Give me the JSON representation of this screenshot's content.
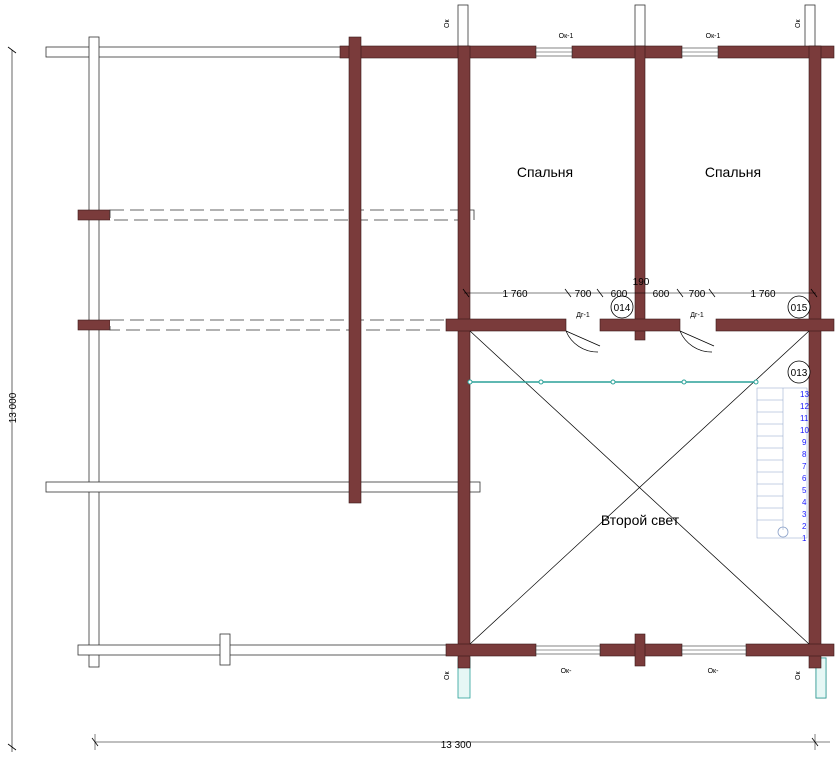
{
  "rooms": {
    "bedroom_left": "Спальня",
    "bedroom_right": "Спальня",
    "second_light": "Второй свет"
  },
  "dimensions": {
    "total_width": "13 300",
    "total_height": "13 000",
    "d1": "1 760",
    "d2": "700",
    "d3": "600",
    "d4": "190",
    "d5": "600",
    "d6": "700",
    "d7": "1 760"
  },
  "markers": {
    "m014": "014",
    "m015": "015",
    "m013": "013"
  },
  "windows": {
    "top_left": "Ок-1",
    "top_right": "Ок-1",
    "bottom_left": "Ок-",
    "bottom_right": "Ок-"
  },
  "doors": {
    "left": "Дг-1",
    "right": "Дг-1"
  },
  "axis_marks": {
    "a1": "Ок",
    "a2": "Ок",
    "a3": "Ок",
    "a4": "Ок"
  },
  "stairs": {
    "steps": [
      "1",
      "2",
      "3",
      "4",
      "5",
      "6",
      "7",
      "8",
      "9",
      "10",
      "11",
      "12",
      "13"
    ]
  }
}
